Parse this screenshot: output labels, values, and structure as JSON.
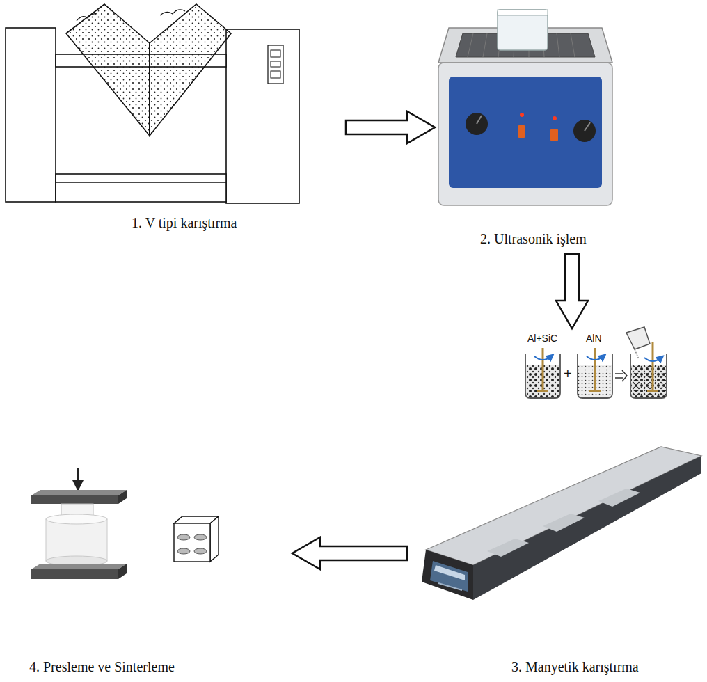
{
  "diagram": {
    "nodes": [
      {
        "text": [
          "1. V tipi karıştırma"
        ]
      },
      {
        "text": [
          "2. Ultrasonik işlem"
        ]
      },
      {
        "text": [
          "3. Manyetik karıştırma"
        ]
      },
      {
        "text": [
          "4. Presleme ve Sinterleme"
        ]
      }
    ],
    "edges": [
      {
        "from": 0,
        "to": 1,
        "arrow": "to"
      },
      {
        "from": 1,
        "to": 2,
        "arrow": "to"
      },
      {
        "from": 2,
        "to": 3,
        "arrow": "to"
      }
    ],
    "labels": [
      "Al+SiC",
      "+",
      "AlN"
    ]
  }
}
